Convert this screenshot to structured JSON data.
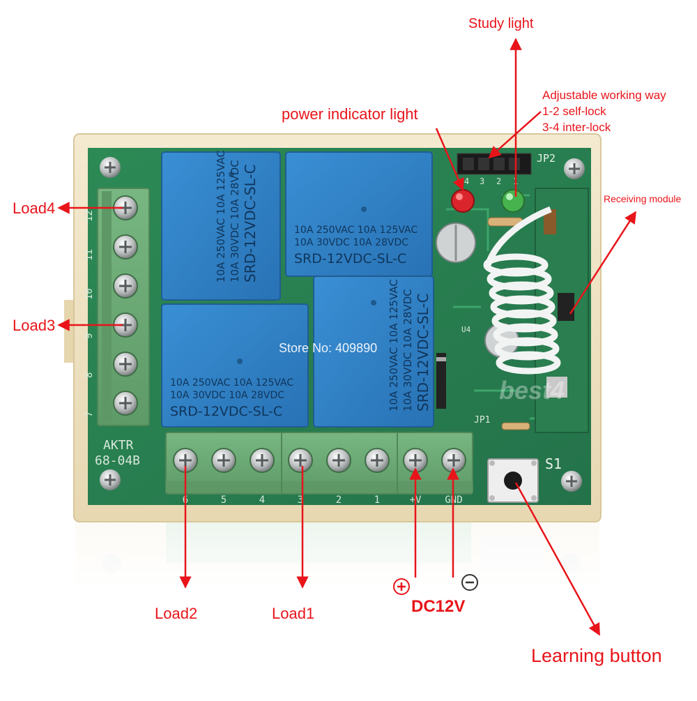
{
  "board": {
    "model": "AKTR",
    "model_code": "68-04B",
    "store_watermark": "Store No: 409890",
    "brand_watermark": "best4",
    "jumper": "JP2",
    "jumper_lower": "JP1",
    "chip": "U4",
    "switch": "S1",
    "jumper_pins": [
      "4",
      "3",
      "2",
      "1"
    ],
    "left_terminal_numbers": [
      "12",
      "11",
      "10",
      "9",
      "8",
      "7"
    ],
    "bottom_terminal_labels": [
      "6",
      "5",
      "4",
      "3",
      "2",
      "1",
      "+V",
      "GND"
    ],
    "relays": [
      {
        "line1": "10A 250VAC  10A 125VAC",
        "line2": "10A 30VDC  10A 28VDC",
        "line3": "SRD-12VDC-SL-C"
      },
      {
        "line1": "10A 250VAC  10A 125VAC",
        "line2": "10A 30VDC  10A 28VDC",
        "line3": "SRD-12VDC-SL-C"
      },
      {
        "line1": "10A 250VAC  10A 125VAC",
        "line2": "10A 30VDC  10A 28VDC",
        "line3": "SRD-12VDC-SL-C"
      },
      {
        "line1": "10A 250VAC  10A 125VAC",
        "line2": "10A 30VDC  10A 28VDC",
        "line3": "SRD-12VDC-SL-C"
      }
    ]
  },
  "annotations": {
    "study_light": "Study  light",
    "power_indicator": "power  indicator light",
    "adjustable_title": "Adjustable   working way",
    "self_lock": "1-2 self-lock",
    "inter_lock": "3-4 inter-lock",
    "receiving_module": "Receiving  module",
    "load4": "Load4",
    "load3": "Load3",
    "load2": "Load2",
    "load1": "Load1",
    "dc12v": "DC12V",
    "plus_symbol": "+",
    "minus_symbol": "−",
    "learning_button": "Learning  button"
  },
  "colors": {
    "annotation_red": "#e8141a",
    "pcb_green": "#2f8a57",
    "relay_blue": "#2f7fc3",
    "terminal_green": "#6dab77",
    "case_beige": "#efe3c4"
  }
}
